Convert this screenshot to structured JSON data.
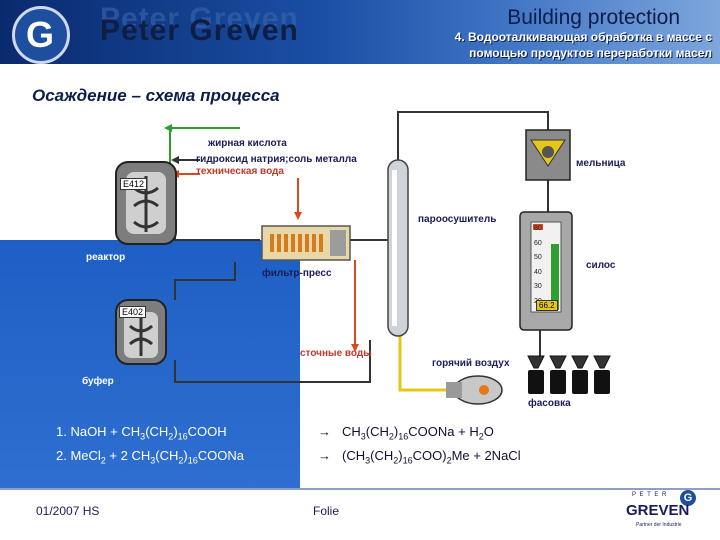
{
  "header": {
    "brand": "Peter Greven",
    "section": "Building protection",
    "subtitle_line1": "4. Водооталкивающая обработка в массе с",
    "subtitle_line2": "помощью продуктов переработки масел"
  },
  "title": "Осаждение – схема процесса",
  "labels": {
    "fatty_acid": "жирная кислота",
    "naoh_salt": "гидроксид натрия;соль металла",
    "tech_water": "техническая вода",
    "mill": "мельница",
    "steam_dryer": "пароосушитель",
    "reactor": "реактор",
    "filter_press": "фильтр-пресс",
    "silo": "силос",
    "waste_water": "сточные воды",
    "hot_air": "горячий воздух",
    "buffer": "буфер",
    "packing": "фасовка"
  },
  "tags": {
    "reactor_tag": "E412",
    "buffer_tag": "E402",
    "silo_reading": "66.2"
  },
  "silo_scale": [
    "80",
    "60",
    "50",
    "40",
    "30",
    "20"
  ],
  "equations": {
    "eq1_left": "1. NaOH +    CH",
    "eq1_left_sub1": "3",
    "eq1_left_mid": "(CH",
    "eq1_left_sub2": "2",
    "eq1_left_sub3": "16",
    "eq1_left_end": "COOH",
    "eq1_right_start": "CH",
    "eq1_right_sub1": "3",
    "eq1_right_mid": "(CH",
    "eq1_right_sub2": "2",
    "eq1_right_sub3": "16",
    "eq1_right_end": "COONa   +   H",
    "eq1_right_sub4": "2",
    "eq1_right_tail": "O",
    "eq2_left_a": "2. MeCl",
    "eq2_left_sub1": "2",
    "eq2_left_b": " + 2 CH",
    "eq2_left_sub2": "3",
    "eq2_left_c": "(CH",
    "eq2_left_sub3": "2",
    "eq2_left_sub4": "16",
    "eq2_left_d": "COONa",
    "eq2_right_a": "(CH",
    "eq2_right_sub1": "3",
    "eq2_right_b": "(CH",
    "eq2_right_sub2": "2",
    "eq2_right_sub3": "16",
    "eq2_right_c": "COO)",
    "eq2_right_sub4": "2",
    "eq2_right_d": "Me +  2NaCl",
    "arrow": "→"
  },
  "footer": {
    "date": "01/2007   HS",
    "folie": "Folie",
    "logo_small": "P E T E R",
    "logo_main": "GREVEN",
    "logo_tag": "Partner der Industrie"
  },
  "colors": {
    "green_line": "#2e9e2e",
    "red_line": "#d9481e",
    "dark_line": "#333333",
    "yellow_line": "#e6c619",
    "blue_bg": "#2a6ccc"
  }
}
